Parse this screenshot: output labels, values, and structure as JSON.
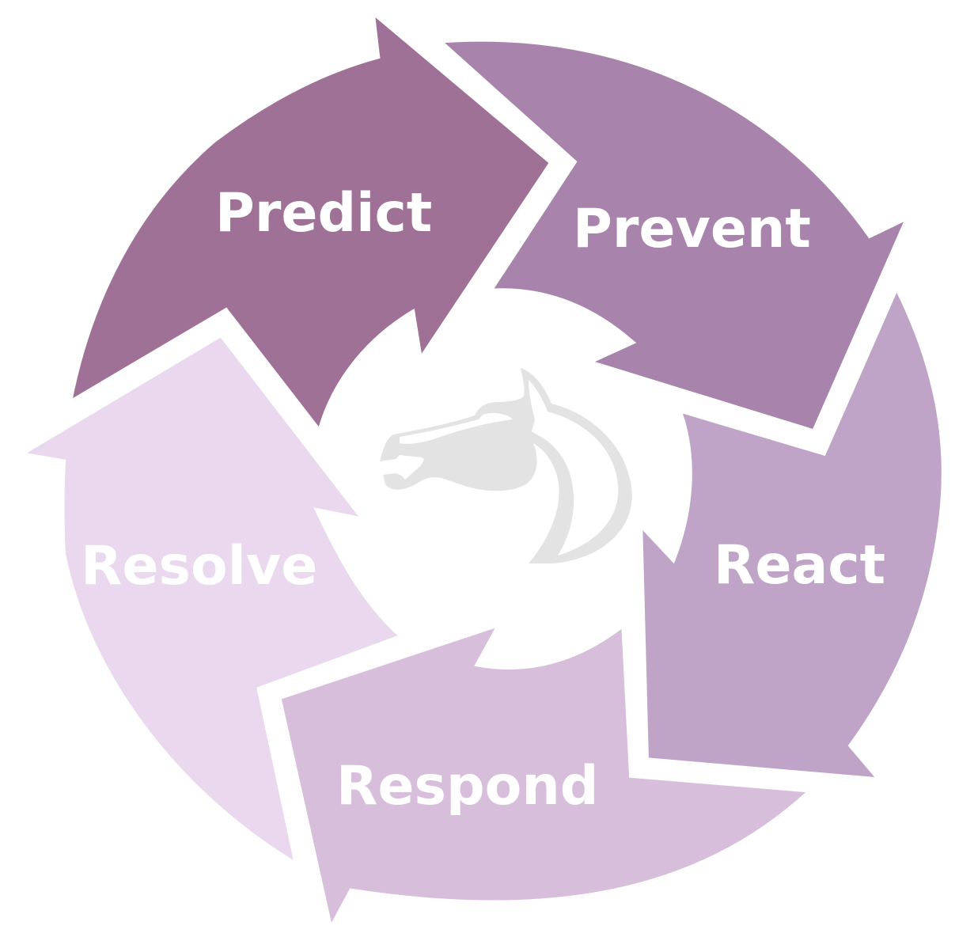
{
  "diagram": {
    "segments": [
      {
        "label": "Predict",
        "color": "#a07197"
      },
      {
        "label": "Prevent",
        "color": "#a884ac"
      },
      {
        "label": "React",
        "color": "#bfa4c8"
      },
      {
        "label": "Respond",
        "color": "#d7bedb"
      },
      {
        "label": "Resolve",
        "color": "#e9d8ee"
      }
    ],
    "center_icon": "horse-head-icon",
    "center_icon_color": "#e3e3e3"
  }
}
